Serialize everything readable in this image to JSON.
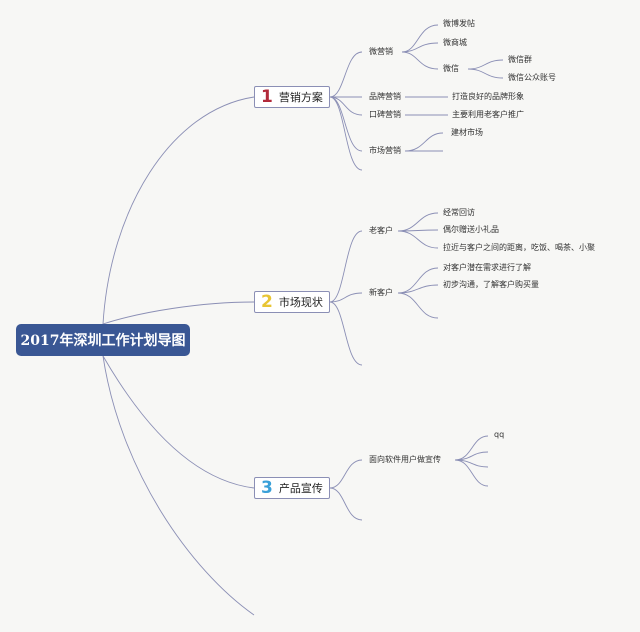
{
  "root": {
    "title": "2017年深圳工作计划导图"
  },
  "branches": [
    {
      "num": "1",
      "num_color": "#b22a3a",
      "label": "营销方案",
      "subs": [
        {
          "label": "微营销",
          "children": [
            "微博发帖",
            "微商城",
            "微信"
          ],
          "grand": [
            "微信群",
            "微信公众账号"
          ]
        },
        {
          "label": "品牌营销",
          "children": [
            "打造良好的品牌形象"
          ]
        },
        {
          "label": "口碑营销",
          "children": [
            "主要利用老客户推广"
          ]
        },
        {
          "label": "市场营销",
          "children": [
            "建材市场"
          ]
        }
      ]
    },
    {
      "num": "2",
      "num_color": "#e8c534",
      "label": "市场现状",
      "subs": [
        {
          "label": "老客户",
          "children": [
            "经常回访",
            "偶尔赠送小礼品",
            "拉近与客户之间的距离，吃饭、喝茶、小聚"
          ]
        },
        {
          "label": "新客户",
          "children": [
            "对客户潜在需求进行了解",
            "初步沟通，了解客户购买量"
          ]
        }
      ]
    },
    {
      "num": "3",
      "num_color": "#3aa0d8",
      "label": "产品宣传",
      "subs": [
        {
          "label": "面向软件用户做宣传",
          "children": [
            "qq"
          ]
        }
      ]
    }
  ],
  "colors": {
    "line": "#8b8fb5",
    "root_bg": "#3a5794"
  }
}
